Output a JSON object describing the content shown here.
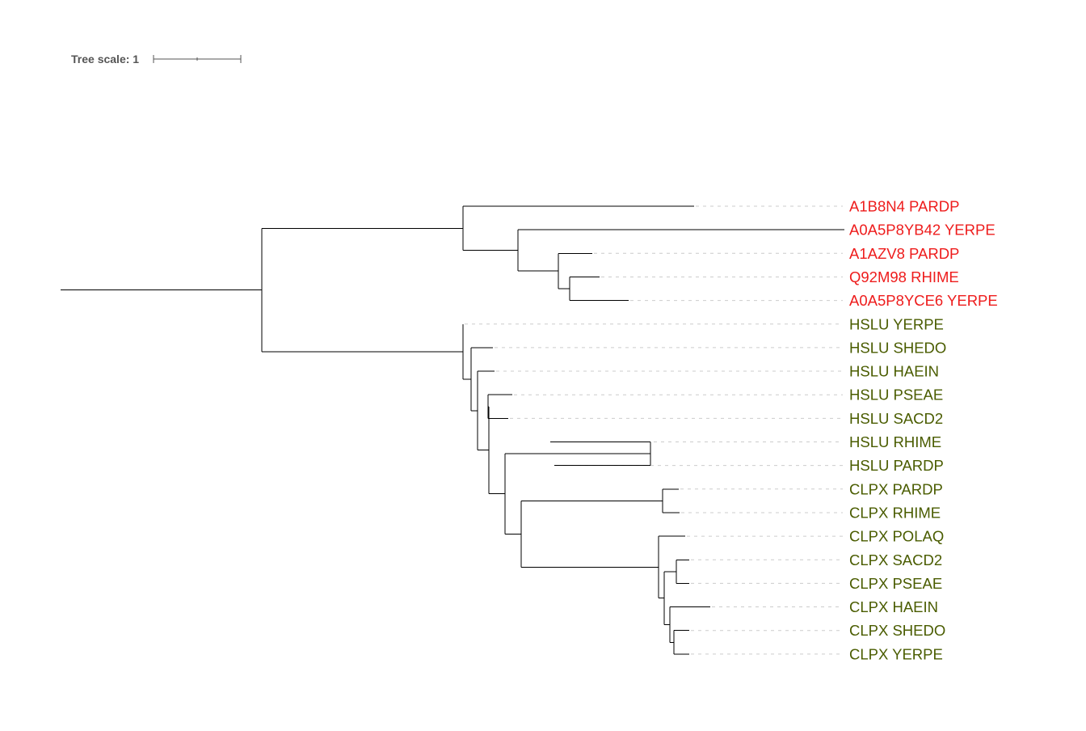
{
  "tree_scale": {
    "label": "Tree scale: 1"
  },
  "colors": {
    "group_red": "#ee1c1c",
    "group_green": "#4a5c00",
    "branch": "#000000",
    "guide": "#cccccc",
    "scale": "#555555"
  },
  "tree": {
    "children": [
      {
        "children": [
          {
            "name": "A1B8N4 PARDP",
            "group": "red"
          },
          {
            "children": [
              {
                "name": "A0A5P8YB42 YERPE",
                "group": "red"
              },
              {
                "children": [
                  {
                    "name": "A1AZV8 PARDP",
                    "group": "red"
                  },
                  {
                    "children": [
                      {
                        "name": "Q92M98 RHIME",
                        "group": "red"
                      },
                      {
                        "name": "A0A5P8YCE6 YERPE",
                        "group": "red"
                      }
                    ]
                  }
                ]
              }
            ]
          }
        ]
      },
      {
        "children": [
          {
            "name": "HSLU YERPE",
            "group": "green"
          },
          {
            "children": [
              {
                "name": "HSLU SHEDO",
                "group": "green"
              },
              {
                "children": [
                  {
                    "name": "HSLU HAEIN",
                    "group": "green"
                  },
                  {
                    "children": [
                      {
                        "children": [
                          {
                            "name": "HSLU PSEAE",
                            "group": "green"
                          },
                          {
                            "name": "HSLU SACD2",
                            "group": "green"
                          }
                        ]
                      },
                      {
                        "children": [
                          {
                            "children": [
                              {
                                "name": "HSLU RHIME",
                                "group": "green"
                              },
                              {
                                "name": "HSLU PARDP",
                                "group": "green"
                              }
                            ]
                          },
                          {
                            "children": [
                              {
                                "children": [
                                  {
                                    "name": "CLPX PARDP",
                                    "group": "green"
                                  },
                                  {
                                    "name": "CLPX RHIME",
                                    "group": "green"
                                  }
                                ]
                              },
                              {
                                "children": [
                                  {
                                    "name": "CLPX POLAQ",
                                    "group": "green"
                                  },
                                  {
                                    "children": [
                                      {
                                        "children": [
                                          {
                                            "name": "CLPX SACD2",
                                            "group": "green"
                                          },
                                          {
                                            "name": "CLPX PSEAE",
                                            "group": "green"
                                          }
                                        ]
                                      },
                                      {
                                        "children": [
                                          {
                                            "name": "CLPX HAEIN",
                                            "group": "green"
                                          },
                                          {
                                            "children": [
                                              {
                                                "name": "CLPX SHEDO",
                                                "group": "green"
                                              },
                                              {
                                                "name": "CLPX YERPE",
                                                "group": "green"
                                              }
                                            ]
                                          }
                                        ]
                                      }
                                    ]
                                  }
                                ]
                              }
                            ]
                          }
                        ]
                      }
                    ]
                  }
                ]
              }
            ]
          }
        ]
      }
    ]
  }
}
